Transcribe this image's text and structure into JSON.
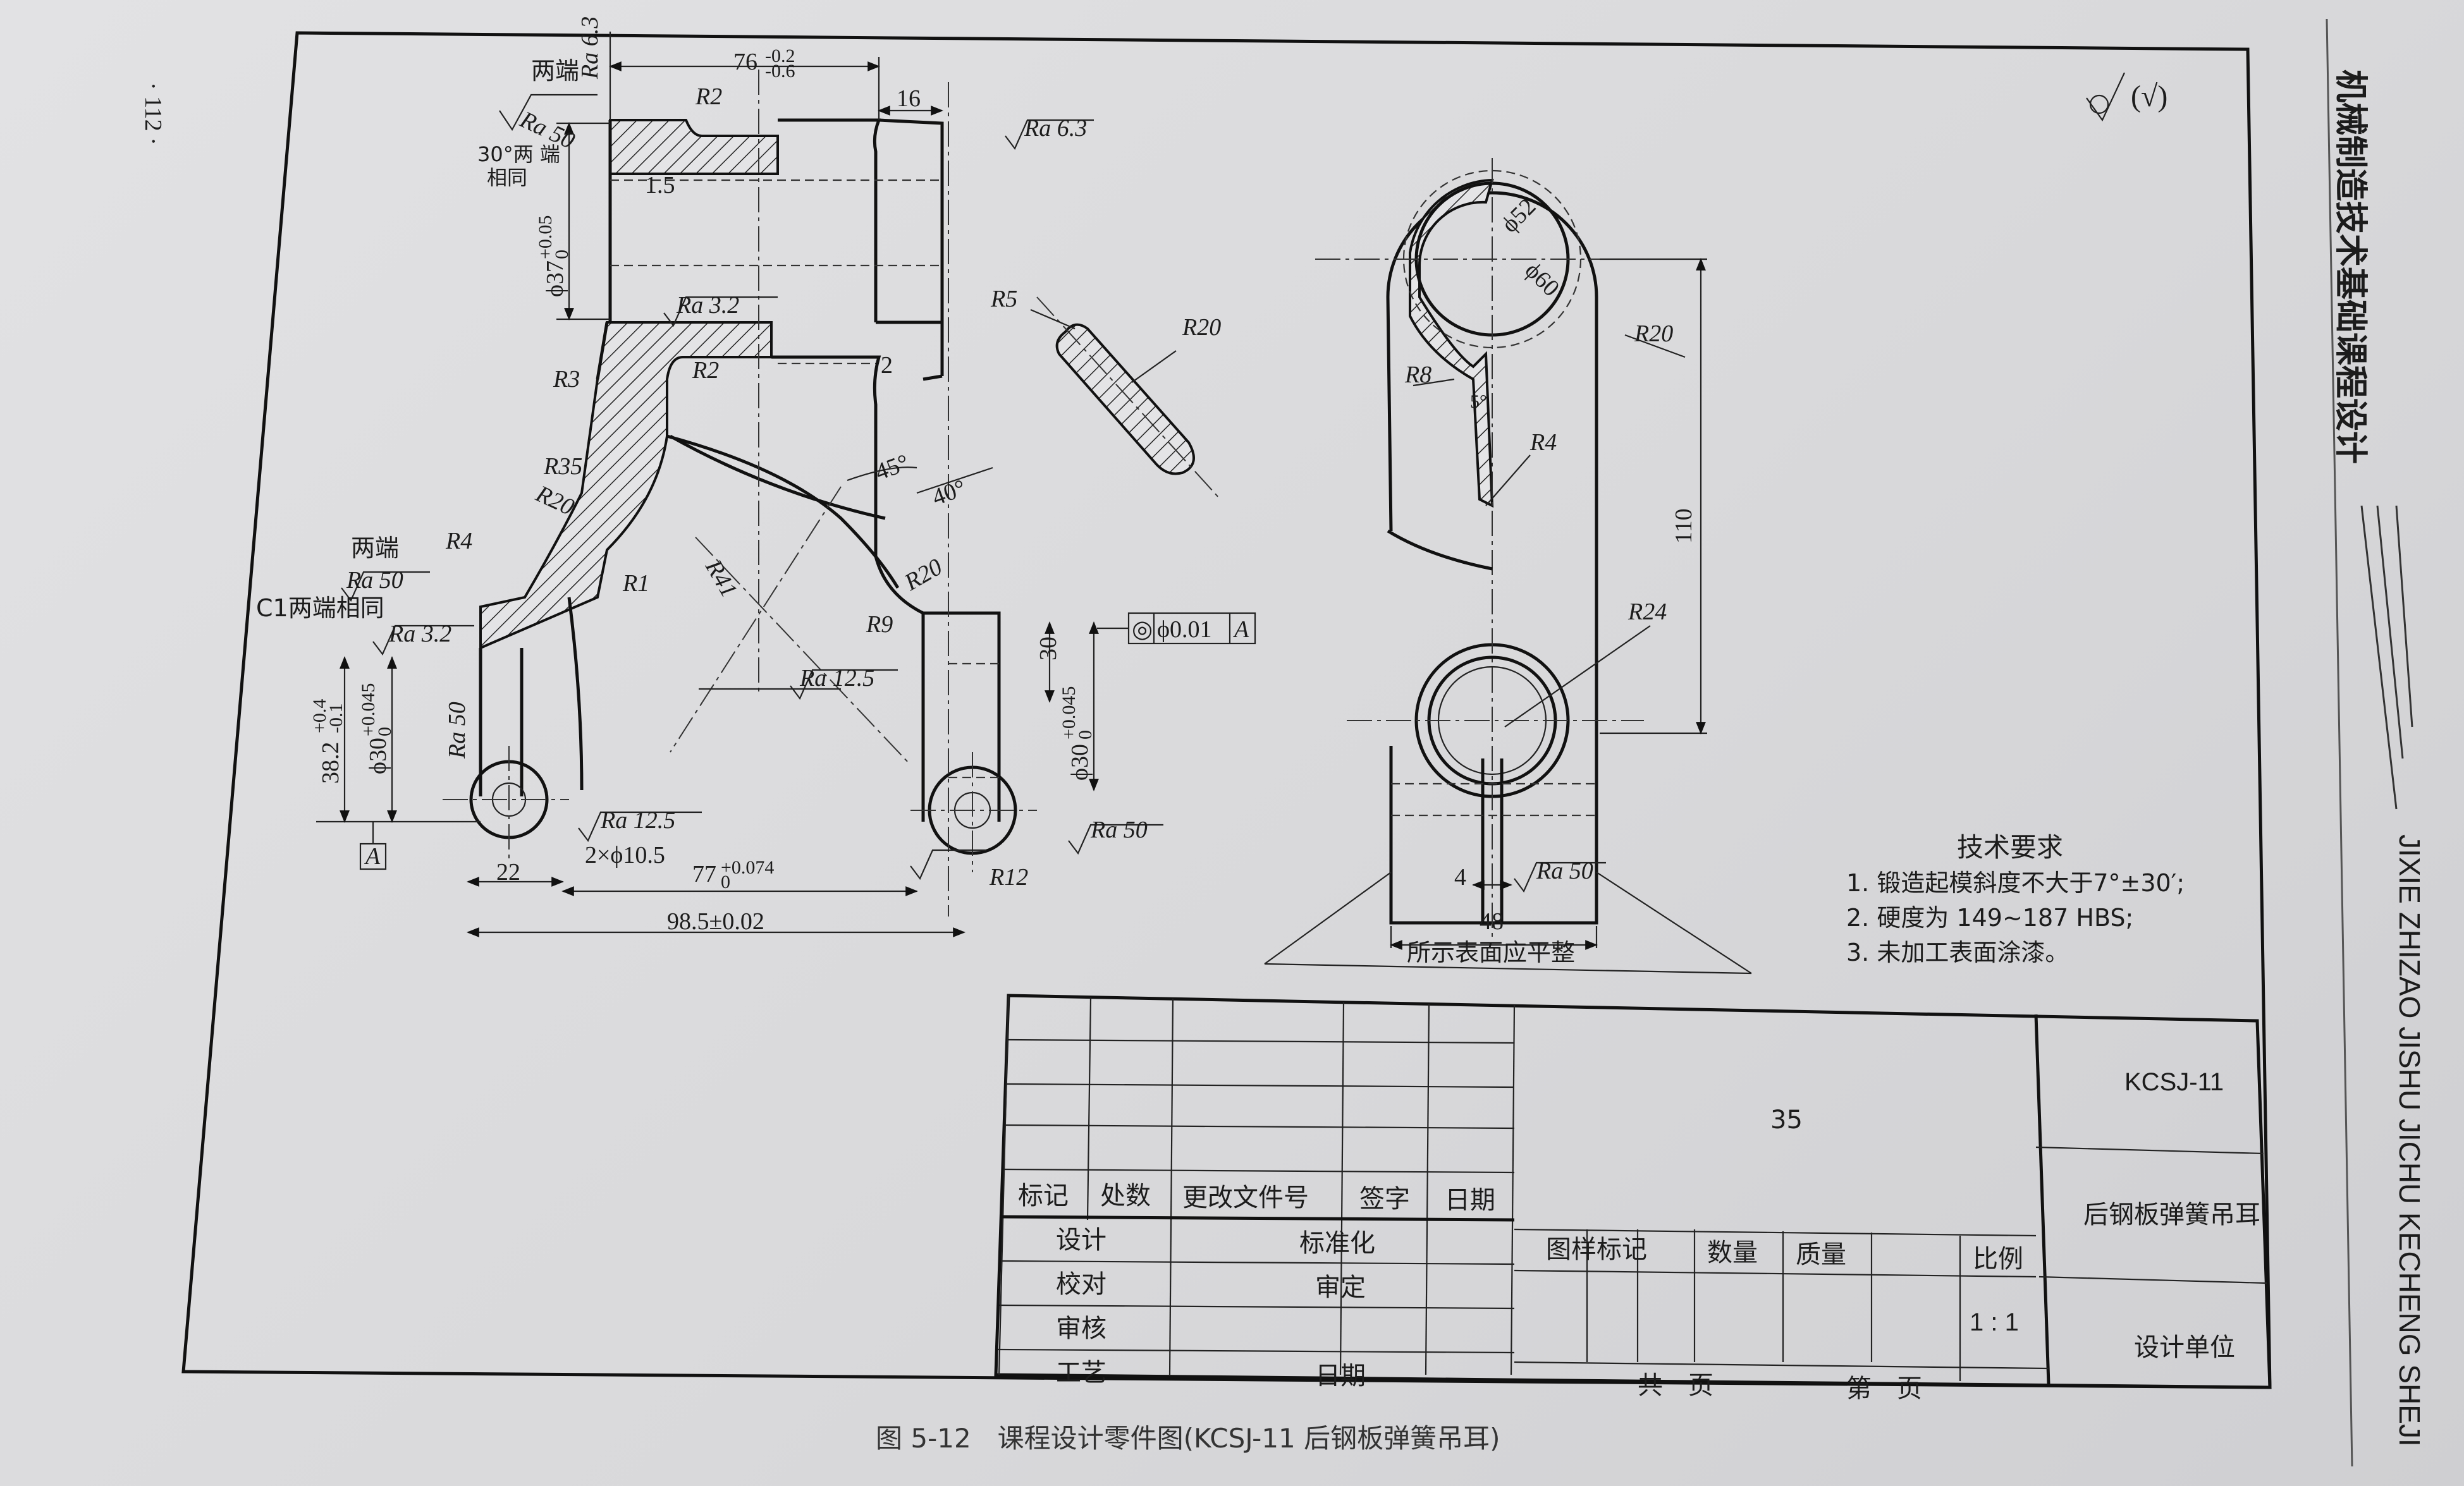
{
  "page_number": "· 112 ·",
  "surface_symbol": "(√)",
  "side_title_cn": "机械制造技术基础课程设计",
  "side_title_en": "JIXIE ZHIZAO JISHU JICHU KECHENG SHEJI",
  "front_view": {
    "dims": {
      "top_len": "76",
      "top_len_tol_upper": "-0.2",
      "top_len_tol_lower": "-0.6",
      "right_w": "16",
      "r2_top": "R2",
      "r2_mid": "R2",
      "r3": "R3",
      "r35": "R35",
      "r20a": "R20",
      "r4": "R4",
      "r1": "R1",
      "r41": "R41",
      "r9": "R9",
      "r20b": "R20",
      "r12": "R12",
      "ang45": "45°",
      "ang40": "40°",
      "dim_1_5": "1.5",
      "dim_2": "2",
      "dim_30": "30",
      "dim_22": "22",
      "dim_98": "98.5±0.02",
      "dia37": "ϕ37",
      "dia37_tol_upper": "+0.05",
      "dia37_tol_lower": "0",
      "dia30_left": "ϕ30",
      "dia30_left_tol_upper": "+0.045",
      "dia30_left_tol_lower": "0",
      "dia30_right": "ϕ30",
      "dia30_right_tol_upper": "+0.045",
      "dia30_right_tol_lower": "0",
      "h38": "38.2",
      "h38_tol_upper": "+0.4",
      "h38_tol_lower": "-0.1",
      "holes": "2×ϕ10.5",
      "pitch77": "77",
      "pitch77_tol_upper": "+0.074",
      "pitch77_tol_lower": "0",
      "datum": "A",
      "tolerance_frame": [
        "◎",
        "ϕ0.01",
        "A"
      ]
    },
    "notes": {
      "both_ends_1": "两端",
      "both_ends_2": "两端",
      "chamfer_30_l1": "30°两 端",
      "chamfer_30_l2": "相同",
      "c1_same": "C1两端相同"
    },
    "roughness": {
      "ra63_a": "Ra 6.3",
      "ra63_b": "Ra 6.3",
      "ra50_a": "Ra 50",
      "ra50_b": "Ra 50",
      "ra50_c": "Ra 50",
      "ra50_d": "Ra 50",
      "ra32_a": "Ra 3.2",
      "ra32_b": "Ra 3.2",
      "ra125_a": "Ra 12.5",
      "ra125_b": "Ra 12.5"
    }
  },
  "section_view": {
    "r5": "R5",
    "r20": "R20"
  },
  "side_view": {
    "d52": "ϕ52",
    "d60": "ϕ60",
    "r20": "R20",
    "r8": "R8",
    "r4": "R4",
    "ang5": "5°",
    "dim110": "110",
    "r24": "R24",
    "dim4": "4",
    "dim48": "48",
    "ra50": "Ra 50",
    "flat_note": "所示表面应平整"
  },
  "tech_requirements": {
    "title": "技术要求",
    "items": [
      "1. 锻造起模斜度不大于7°±30′;",
      "2. 硬度为 149~187 HBS;",
      "3. 未加工表面涂漆。"
    ]
  },
  "title_block": {
    "material": "35",
    "drawing_no": "KCSJ-11",
    "part_name": "后钢板弹簧吊耳",
    "company": "设计单位",
    "rev_headers": [
      "标记",
      "处数",
      "更改文件号",
      "签字",
      "日期"
    ],
    "design": "设计",
    "check": "校对",
    "review": "审核",
    "process": "工艺",
    "standardize": "标准化",
    "approve": "审定",
    "date": "日期",
    "pattern_mark": "图样标记",
    "quantity": "数量",
    "mass": "质量",
    "scale_label": "比例",
    "scale_value": "1 : 1",
    "total_sheets": "共　页",
    "sheet_no": "第　页"
  },
  "caption": "图 5-12　课程设计零件图(KCSJ-11 后钢板弹簧吊耳)"
}
